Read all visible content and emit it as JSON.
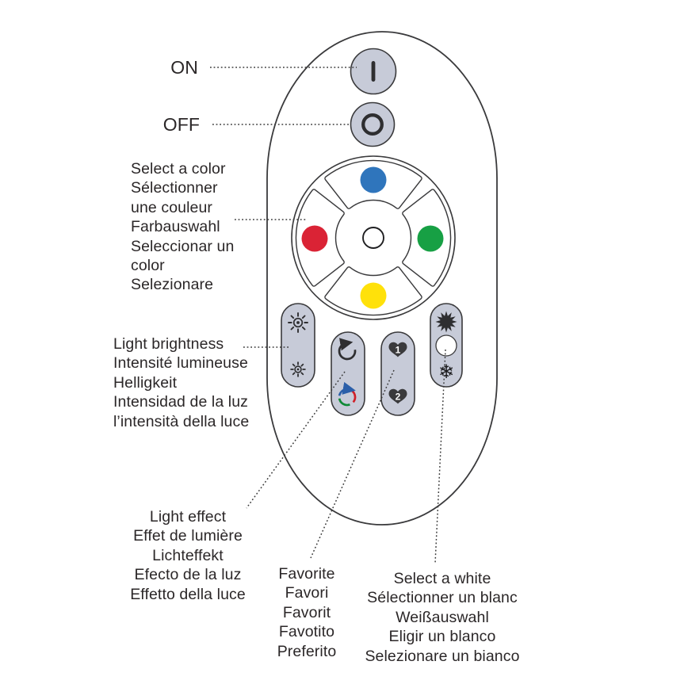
{
  "labels": {
    "on": "ON",
    "off": "OFF",
    "select_color": {
      "lines": [
        "Select a color",
        "Sélectionner",
        "une couleur",
        "Farbauswahl",
        "Seleccionar un",
        "color",
        "Selezionare"
      ]
    },
    "light_brightness": {
      "lines": [
        "Light brightness",
        "Intensité lumineuse",
        "Helligkeit",
        "Intensidad de la luz",
        "l’intensità della luce"
      ]
    },
    "light_effect": {
      "lines": [
        "Light effect",
        "Effet de lumière",
        "Lichteffekt",
        "Efecto de la luz",
        "Effetto della luce"
      ]
    },
    "favorite": {
      "lines": [
        "Favorite",
        "Favori",
        "Favorit",
        "Favotito",
        "Preferito"
      ]
    },
    "select_white": {
      "lines": [
        "Select a white",
        "Sélectionner un blanc",
        "Weißauswahl",
        "Eligir un blanco",
        "Selezionare un bianco"
      ]
    }
  },
  "remote": {
    "favorite_1": "1",
    "favorite_2": "2"
  },
  "icons": {
    "snowflake_glyph": "❄"
  },
  "colors": {
    "button_fill": "#c7cbd8",
    "outline": "#3a3a3c",
    "icon_dark": "#2e2e30",
    "blue": "#2f75bc",
    "red": "#da2335",
    "green": "#17a044",
    "yellow": "#ffe10a",
    "rgb_arc_blue": "#2b5fa9",
    "rgb_arc_red": "#d02028",
    "rgb_arc_green": "#0e8a36",
    "text": "#2b2728",
    "white": "#ffffff"
  }
}
